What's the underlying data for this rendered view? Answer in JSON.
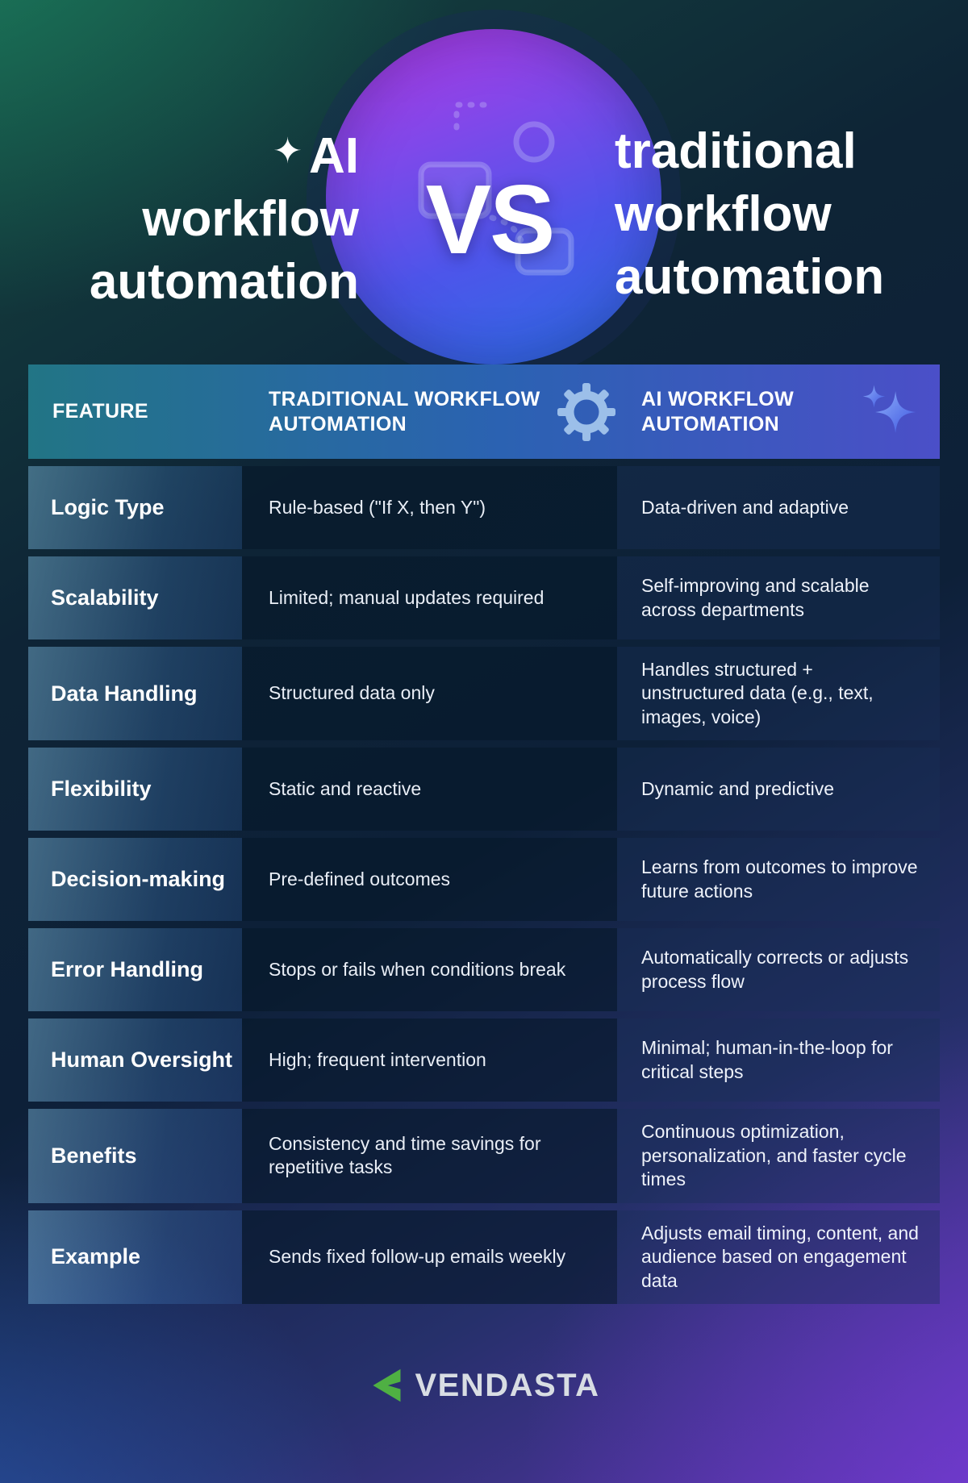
{
  "header": {
    "sparkle": "✦",
    "left_title_lines": [
      "AI",
      "workflow",
      "automation"
    ],
    "vs": "VS",
    "right_title_lines": [
      "traditional",
      "workflow",
      "automation"
    ]
  },
  "table": {
    "columns": {
      "feature": "FEATURE",
      "traditional": "TRADITIONAL WORKFLOW AUTOMATION",
      "ai": "AI WORKFLOW AUTOMATION"
    },
    "icons": {
      "traditional": "gear-icon",
      "ai": "sparkle-icon",
      "title_left": "sparkle-icon"
    },
    "rows": [
      {
        "feature": "Logic Type",
        "traditional": "Rule-based (\"If X, then Y\")",
        "ai": "Data-driven and adaptive"
      },
      {
        "feature": "Scalability",
        "traditional": "Limited; manual updates required",
        "ai": "Self-improving and scalable across departments"
      },
      {
        "feature": "Data Handling",
        "traditional": "Structured data only",
        "ai": "Handles structured + unstructured data (e.g., text, images, voice)"
      },
      {
        "feature": "Flexibility",
        "traditional": "Static and reactive",
        "ai": "Dynamic and predictive"
      },
      {
        "feature": "Decision-making",
        "traditional": "Pre-defined outcomes",
        "ai": "Learns from outcomes to improve future actions"
      },
      {
        "feature": "Error Handling",
        "traditional": "Stops or fails when conditions break",
        "ai": "Automatically corrects or adjusts process flow"
      },
      {
        "feature": "Human Oversight",
        "traditional": "High; frequent intervention",
        "ai": "Minimal; human-in-the-loop for critical steps"
      },
      {
        "feature": "Benefits",
        "traditional": "Consistency and time savings for repetitive tasks",
        "ai": "Continuous optimization, personalization, and faster cycle times"
      },
      {
        "feature": "Example",
        "traditional": "Sends fixed follow-up emails weekly",
        "ai": "Adjusts email timing, content, and audience based on engagement data"
      }
    ]
  },
  "footer": {
    "brand": "VENDASTA"
  },
  "colors": {
    "accent_green": "#4FB043",
    "header_teal": "#227585",
    "header_indigo": "#4B4FC8",
    "circle_purple": "#AD3BE4",
    "circle_blue": "#3566E6"
  }
}
